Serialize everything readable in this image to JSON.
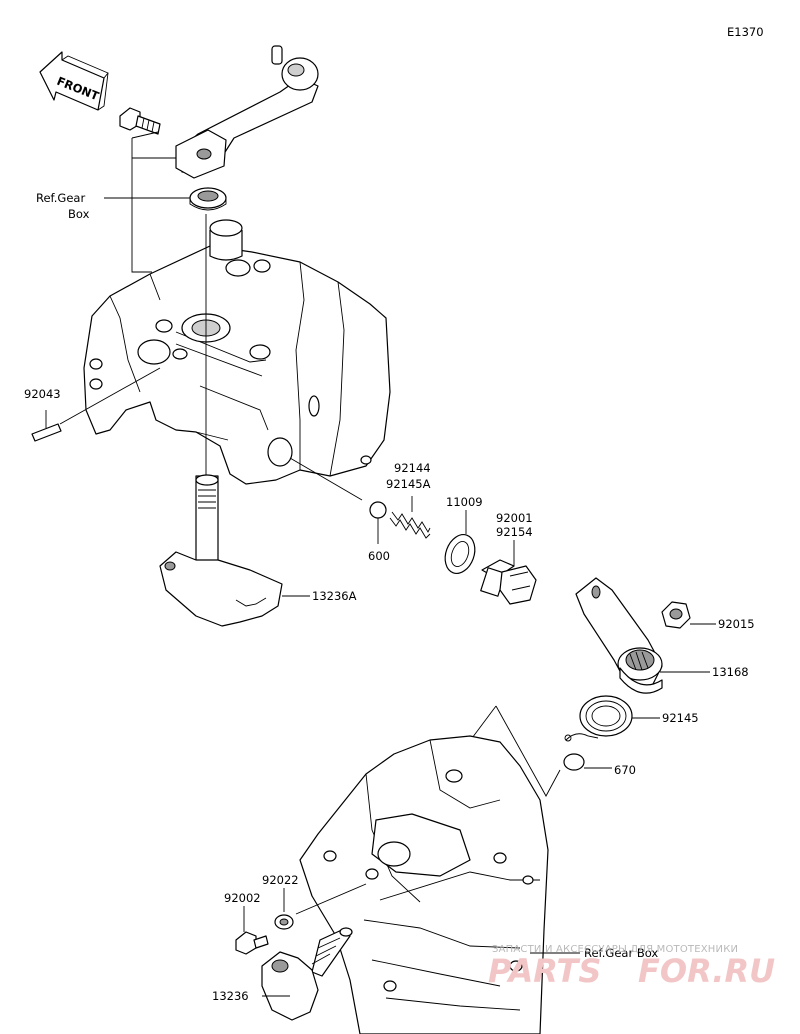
{
  "diagram_code": "E1370",
  "direction_label": "FRONT",
  "references": {
    "gear_box_top": [
      "Ref.Gear",
      "Box"
    ],
    "gear_box_bottom": "Ref.Gear Box"
  },
  "part_numbers": {
    "p92043": "92043",
    "p92144": "92144",
    "p92145A": "92145A",
    "p11009": "11009",
    "p92001": "92001",
    "p92154": "92154",
    "p600": "600",
    "p13236A": "13236A",
    "p92015": "92015",
    "p13168": "13168",
    "p92145": "92145",
    "p670": "670",
    "p92022": "92022",
    "p92002": "92002",
    "p13236": "13236"
  },
  "watermark": {
    "caption": "ЗАПАСТИ И АКСЕССУАРЫ ДЛЯ МОТОТЕХНИКИ",
    "site_left": "PARTS",
    "site_right": "FOR.RU"
  },
  "colors": {
    "line": "#000000",
    "watermark_text": "#b9b9b9",
    "watermark_logo": "#f2c6c6"
  }
}
